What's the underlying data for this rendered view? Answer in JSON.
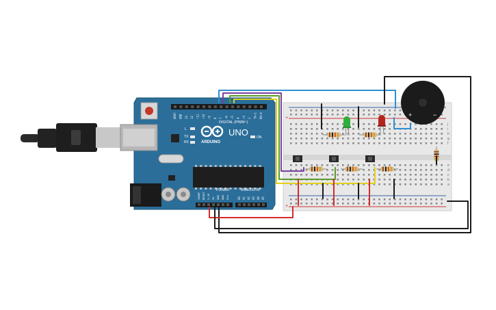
{
  "board": {
    "brand_logo": "ARDUINO",
    "model_label": "UNO",
    "digital_header_label": "DIGITAL (PWM~)",
    "power_header_label": "POWER",
    "analog_header_label": "ANALOG IN",
    "led_labels": {
      "l": "L",
      "tx": "TX",
      "rx": "RX",
      "on": "ON"
    },
    "digital_pins": [
      "AREF",
      "GND",
      "13",
      "12",
      "~11",
      "~10",
      "~9",
      "8",
      "7",
      "~6",
      "~5",
      "4",
      "~3",
      "2",
      "TX→1",
      "RX←0"
    ],
    "power_pins": [
      "IOREF",
      "RESET",
      "3.3V",
      "5V",
      "GND",
      "GND",
      "Vin"
    ],
    "analog_pins": [
      "A0",
      "A1",
      "A2",
      "A3",
      "A4",
      "A5"
    ]
  },
  "breadboard": {
    "rail_plus": "+",
    "rail_minus": "−",
    "row_letters_top": [
      "j",
      "i",
      "h",
      "g",
      "f"
    ],
    "row_letters_bottom": [
      "e",
      "d",
      "c",
      "b",
      "a"
    ]
  },
  "buzzer": {
    "plus": "+",
    "minus": "−"
  },
  "colors": {
    "board_blue": "#2b6e9a",
    "breadboard": "#e8e8e8",
    "wire_red": "#d42a2a",
    "wire_black": "#1a1a1a",
    "wire_purple": "#7b3fa0",
    "wire_yellow": "#e2d21a",
    "wire_green": "#5a9a2a",
    "wire_blue": "#2e8fd0",
    "led_green": "#2fae3a",
    "led_red": "#b3241c"
  }
}
